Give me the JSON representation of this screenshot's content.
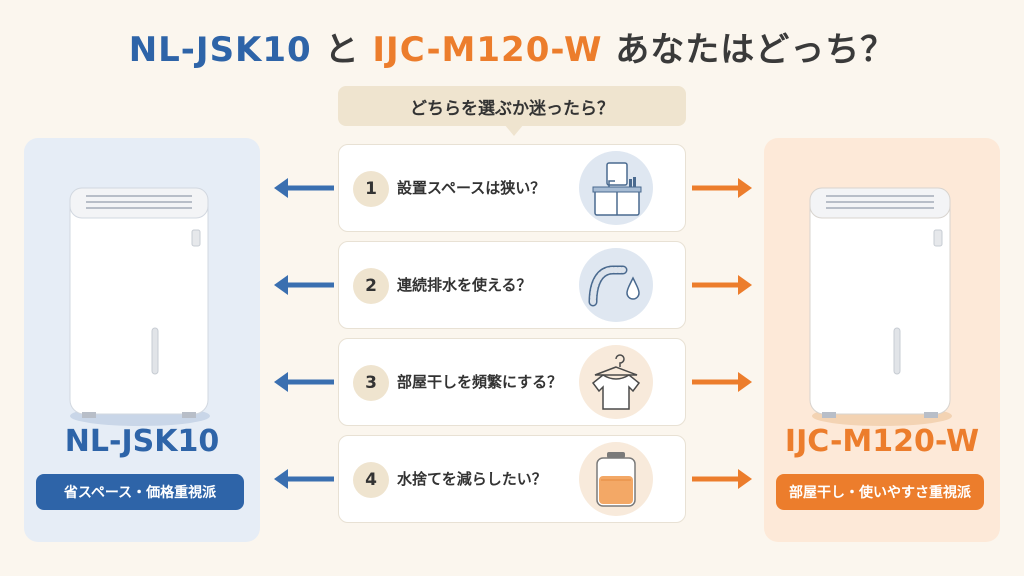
{
  "title": {
    "product_a": "NL-JSK10",
    "connector": "と",
    "product_b": "IJC-M120-W",
    "suffix": "あなたはどっち？"
  },
  "question": "どちらを選ぶか迷ったら？",
  "left_panel": {
    "product_name": "NL-JSK10",
    "badge": "省スペース・価格重視派",
    "color": "#2e64a8"
  },
  "right_panel": {
    "product_name": "IJC-M120-W",
    "badge": "部屋干し・使いやすさ重視派",
    "color": "#ec7d2c"
  },
  "questions": [
    {
      "number": "1",
      "text": "設置スペースは狭い？",
      "icon": "sink-cabinet-icon"
    },
    {
      "number": "2",
      "text": "連続排水を使える？",
      "icon": "drain-hose-icon"
    },
    {
      "number": "3",
      "text": "部屋干しを頻繁にする？",
      "icon": "shirt-hanger-icon"
    },
    {
      "number": "4",
      "text": "水捨てを減らしたい？",
      "icon": "water-tank-icon"
    }
  ]
}
